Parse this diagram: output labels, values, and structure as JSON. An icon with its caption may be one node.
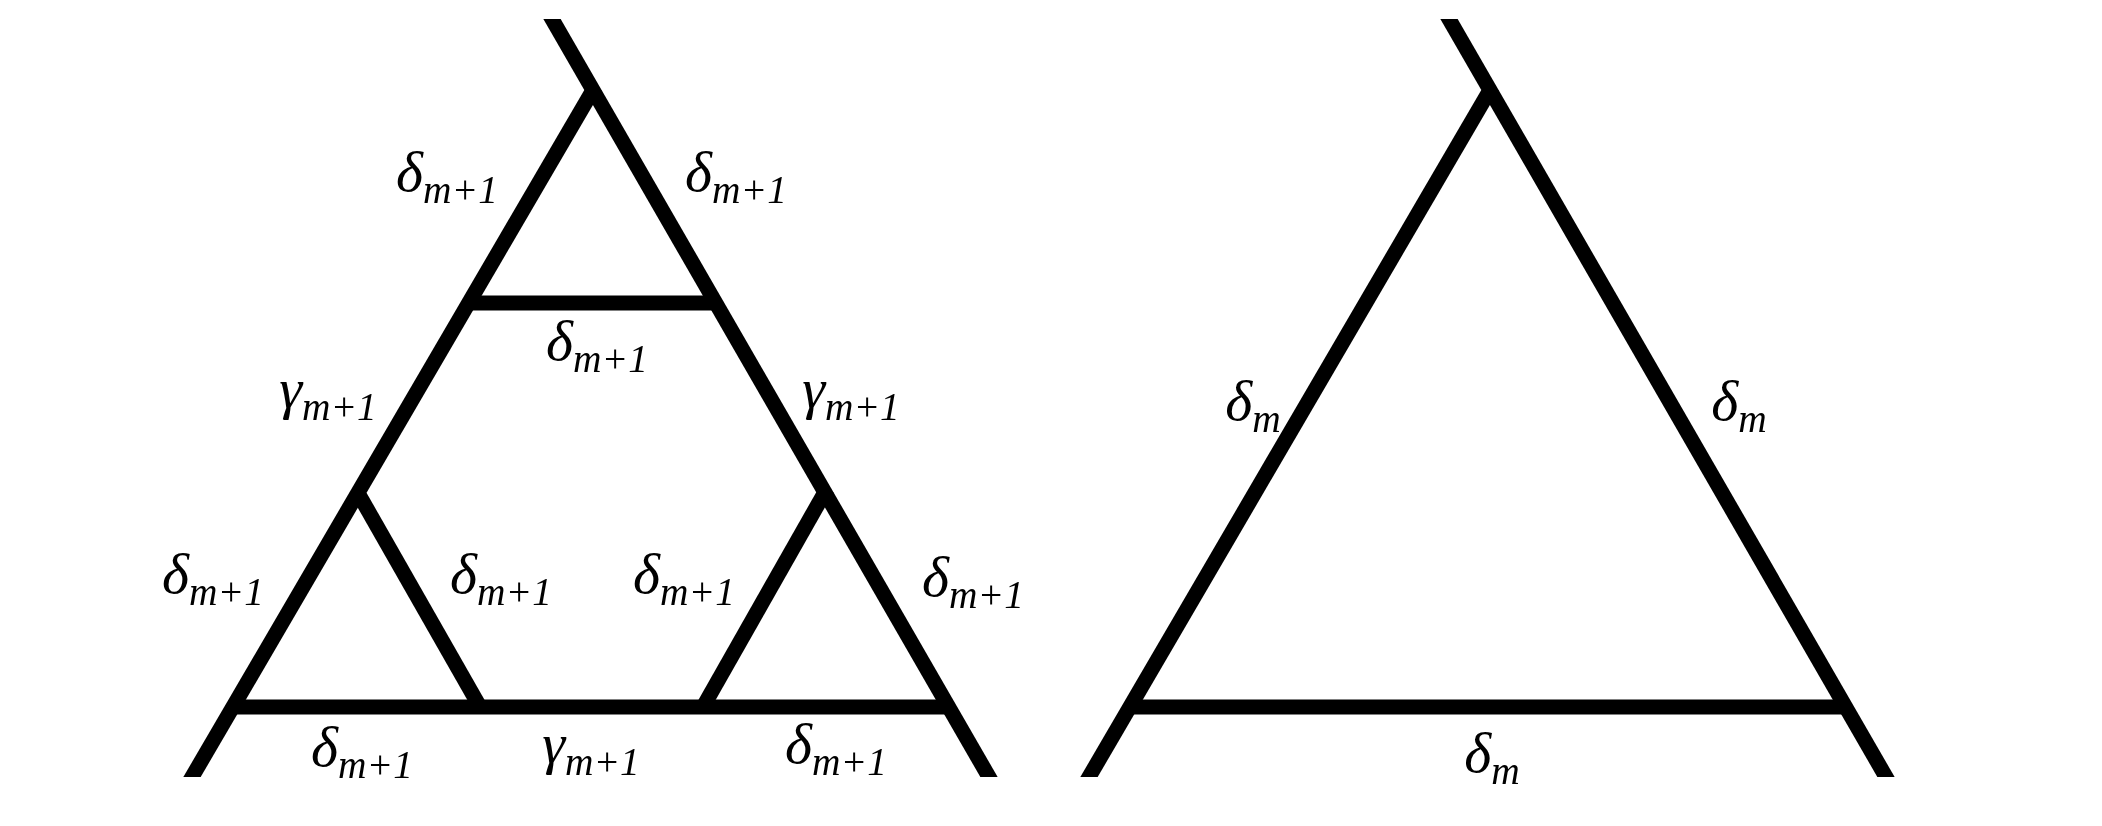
{
  "diagram": {
    "labels": [
      "δ$_{m+1}$",
      "δ$_{m+1}$",
      "δ$_{m+1}$",
      "γ$_{m+1}$",
      "γ$_{m+1}$",
      "δ$_{m+1}$",
      "δ$_{m+1}$",
      "δ$_{m+1}$",
      "δ$_{m+1}$",
      "δ$_{m+1}$",
      "γ$_{m+1}$",
      "δ$_{m+1}$",
      "δ$_{m}$",
      "δ$_{m}$",
      "δ$_{m}$"
    ]
  }
}
